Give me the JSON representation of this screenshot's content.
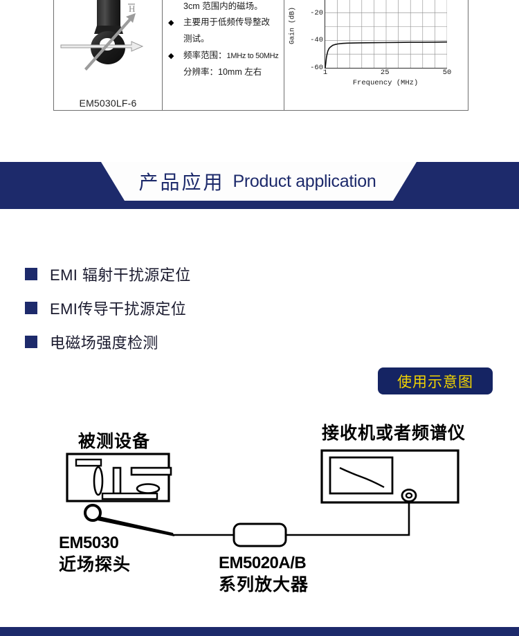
{
  "spec_table": {
    "probe": {
      "caption": "EM5030LF-6",
      "field_symbol": "H"
    },
    "bullets": [
      {
        "marker": "◆",
        "text": "3cm 范围内的磁场。",
        "continuation": true
      },
      {
        "marker": "◆",
        "text": "主要用于低频传导整改",
        "cont_text": "测试。"
      },
      {
        "marker": "◆",
        "text": "频率范围：",
        "value": "1MHz to 50MHz",
        "cont_text": "分辨率：10mm 左右"
      }
    ]
  },
  "chart_data": {
    "type": "line",
    "title": "",
    "xlabel": "Frequency (MHz)",
    "ylabel": "Gain (dB)",
    "xlim": [
      1,
      50
    ],
    "ylim": [
      -60,
      0
    ],
    "xticks": [
      1,
      25,
      50
    ],
    "xticklabels": [
      "1",
      "25",
      "50"
    ],
    "yticks": [
      -60,
      -40,
      -20
    ],
    "yticklabels": [
      "-60",
      "-40",
      "-20"
    ],
    "grid": true,
    "x": [
      1,
      1.5,
      2,
      2.5,
      3,
      4,
      5,
      6,
      8,
      10,
      15,
      20,
      25,
      30,
      35,
      40,
      45,
      50
    ],
    "y": [
      -60,
      -52,
      -48,
      -46,
      -45,
      -43.6,
      -43,
      -42.6,
      -42.2,
      -42,
      -41.8,
      -41.7,
      -41.6,
      -41.5,
      -41.4,
      -41.4,
      -41.3,
      -41.2
    ]
  },
  "banner": {
    "title_cn": "产品应用",
    "title_en": "Product application",
    "bg_color": "#1d2a6b",
    "text_color": "#1d2a6b"
  },
  "applications": {
    "bullet_color": "#1d2a6b",
    "items": [
      {
        "label": "EMI 辐射干扰源定位"
      },
      {
        "label": "EMI传导干扰源定位"
      },
      {
        "label": "电磁场强度检测"
      }
    ]
  },
  "usage_button": {
    "label": "使用示意图",
    "bg_color": "#152463",
    "text_color": "#f2d400"
  },
  "diagram": {
    "dut_label": "被测设备",
    "receiver_label": "接收机或者频谱仪",
    "probe_model": "EM5030",
    "probe_label": "近场探头",
    "amp_model": "EM5020A/B",
    "amp_label": "系列放大器"
  },
  "bottom_bar": {
    "color": "#1d2a6b"
  }
}
